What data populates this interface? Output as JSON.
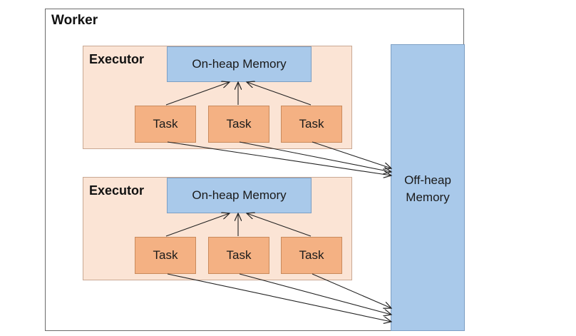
{
  "worker": {
    "title": "Worker"
  },
  "executors": [
    {
      "title": "Executor",
      "onheap_label": "On-heap Memory",
      "tasks": [
        "Task",
        "Task",
        "Task"
      ]
    },
    {
      "title": "Executor",
      "onheap_label": "On-heap Memory",
      "tasks": [
        "Task",
        "Task",
        "Task"
      ]
    }
  ],
  "offheap": {
    "line1": "Off-heap",
    "line2": "Memory"
  },
  "colors": {
    "executor_fill": "#fbe4d5",
    "memory_fill": "#a9c9ea",
    "task_fill": "#f4b183",
    "arrow": "#222222"
  }
}
